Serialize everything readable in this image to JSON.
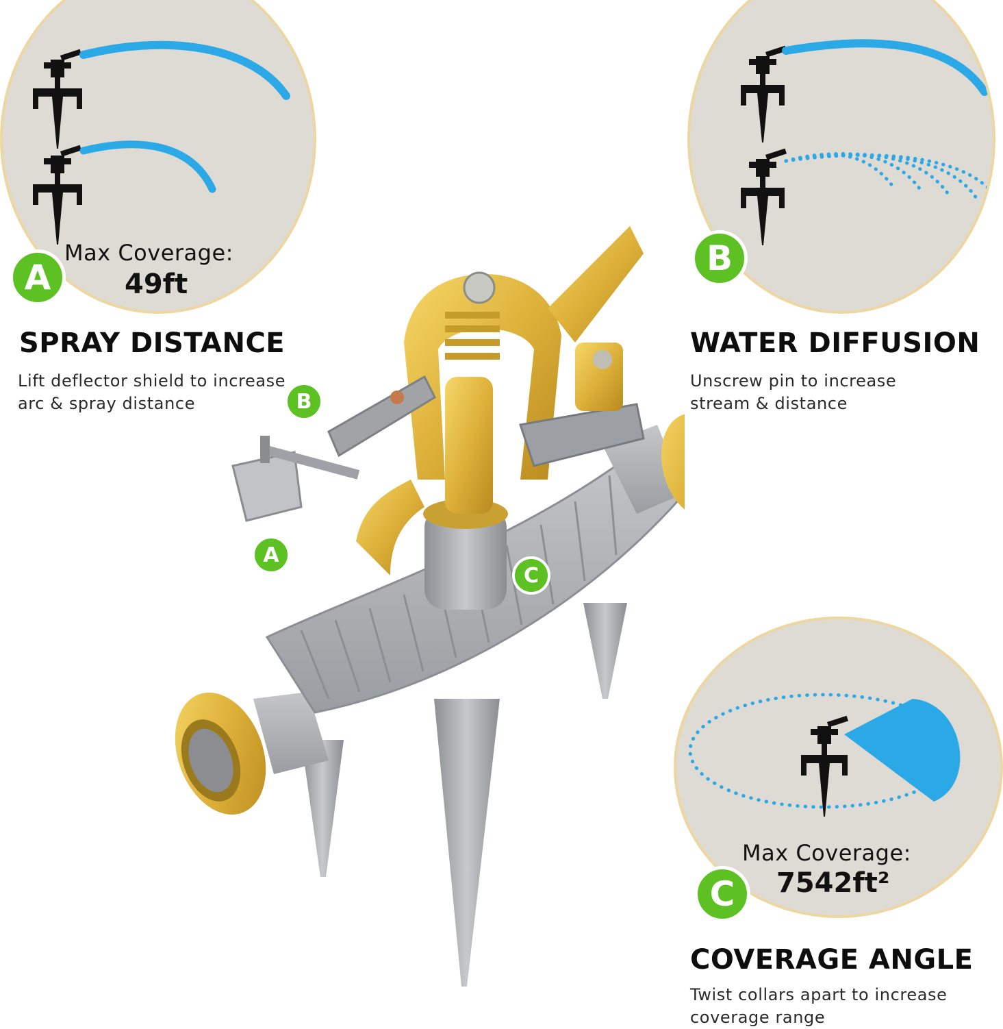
{
  "colors": {
    "panel_bg": "#dedbd4",
    "panel_border": "#ecd7a3",
    "water_blue": "#2ba8e6",
    "badge_green": "#5dc123",
    "brass": "#e2b93b",
    "steel": "#a9acb0"
  },
  "feature_a": {
    "badge": "A",
    "coverage_label": "Max Coverage:",
    "coverage_value": "49ft",
    "title": "SPRAY DISTANCE",
    "description_line1": "Lift deflector shield to increase",
    "description_line2": "arc & spray distance"
  },
  "feature_b": {
    "badge": "B",
    "title": "WATER DIFFUSION",
    "description_line1": "Unscrew pin to increase",
    "description_line2": "stream & distance"
  },
  "feature_c": {
    "badge": "C",
    "coverage_label": "Max Coverage:",
    "coverage_value": "7542ft²",
    "title": "COVERAGE ANGLE",
    "description_line1": "Twist collars apart to increase",
    "description_line2": "coverage range"
  },
  "product_callouts": {
    "a": "A",
    "b": "B",
    "c": "C"
  },
  "icons": [
    "sprinkler-icon",
    "water-arc-icon",
    "water-spray-icon",
    "coverage-area-icon"
  ]
}
